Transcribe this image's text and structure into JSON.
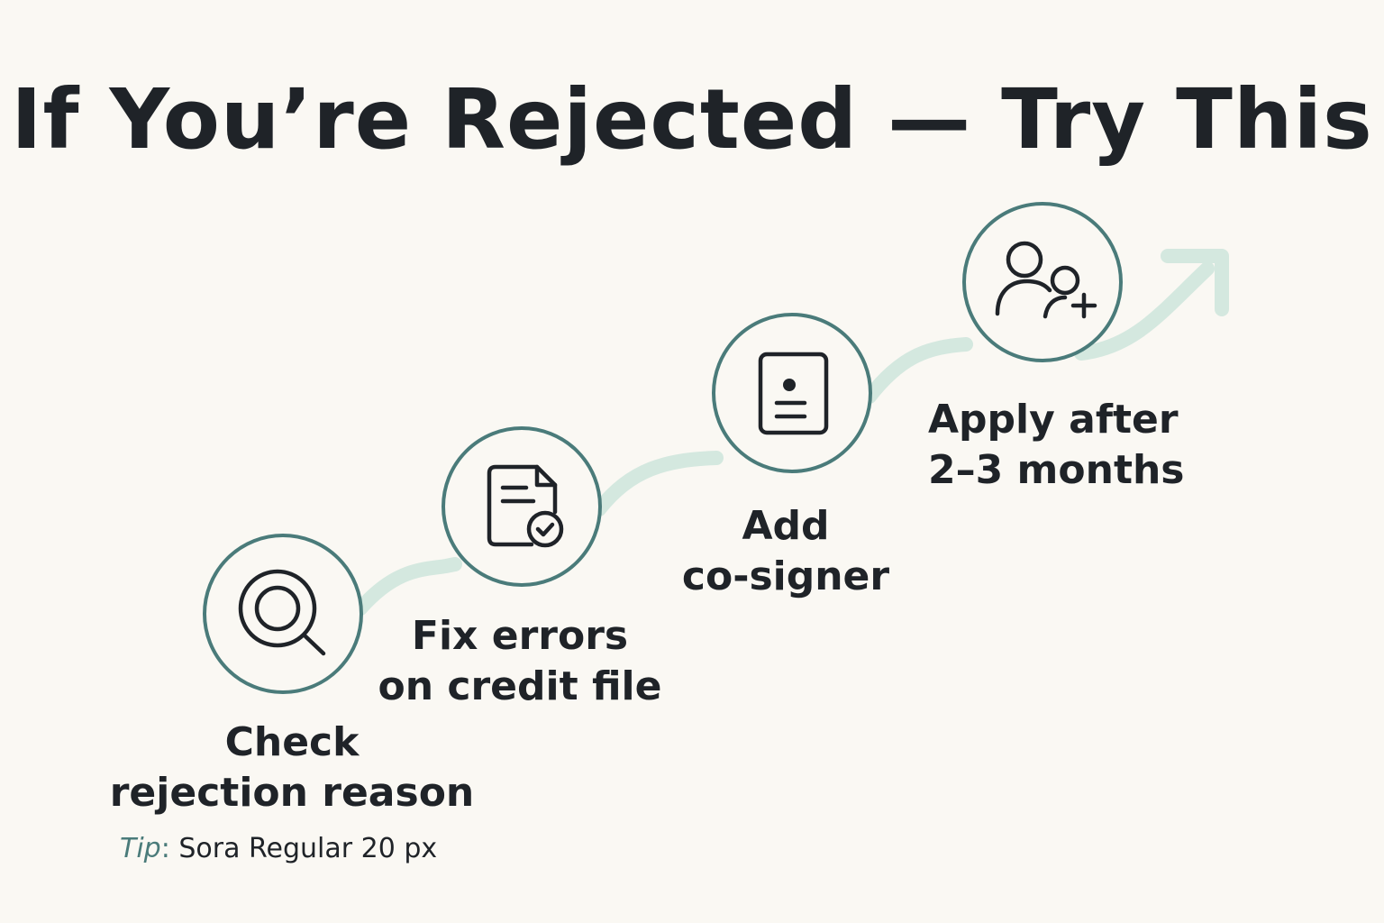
{
  "title": "If You’re Rejected — Try This",
  "colors": {
    "background": "#faf8f3",
    "circle_stroke": "#4a7b7a",
    "path": "#d4e8df",
    "text": "#1f2328"
  },
  "steps": [
    {
      "icon": "magnifier-icon",
      "line1": "Check",
      "line2": "rejection reason"
    },
    {
      "icon": "document-check-icon",
      "line1": "Fix errors",
      "line2": "on credit file"
    },
    {
      "icon": "id-card-icon",
      "line1": "Add",
      "line2": "co-signer"
    },
    {
      "icon": "add-user-icon",
      "line1": "Apply after",
      "line2": "2–3 months"
    }
  ],
  "tip": {
    "prefix": "Tip",
    "colon": ":",
    "text": "Sora Regular 20 px"
  }
}
